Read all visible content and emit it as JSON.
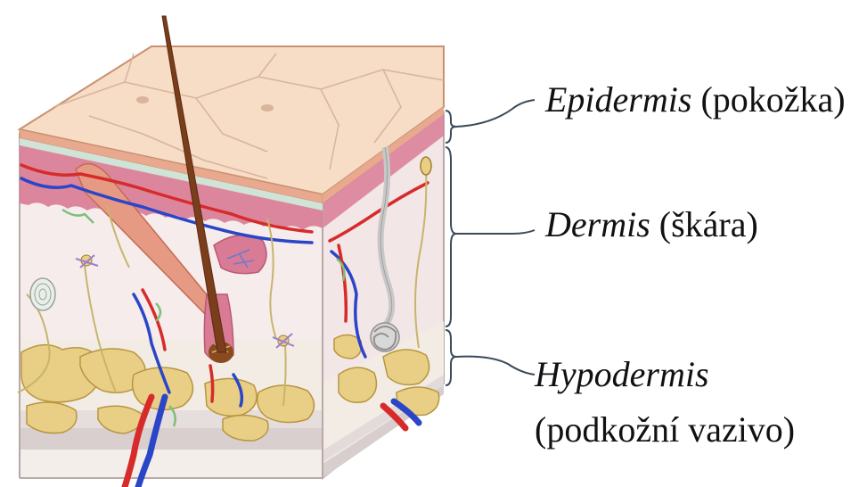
{
  "labels": {
    "epidermis": {
      "term": "Epidermis",
      "translation": "(pokožka)"
    },
    "dermis": {
      "term": "Dermis",
      "translation": "(škára)"
    },
    "hypodermis": {
      "term": "Hypodermis",
      "translation": "(podkožní vazivo)"
    }
  },
  "colors": {
    "epidermis_surface": "#f7dcc6",
    "epidermis_edge": "#c99170",
    "dermis_fill": "#f6ecec",
    "dermis_pink": "#d97b95",
    "hypodermis_fill": "#f2ece4",
    "fat": "#e9cf86",
    "fat_edge": "#b89640",
    "artery": "#d72b2b",
    "vein": "#2b45c8",
    "nerve": "#c7b56b",
    "hair": "#7a3e1c",
    "muscle": "#e69a84",
    "sweat_gland": "#c8c8c8",
    "brace": "#3a4a5a"
  }
}
